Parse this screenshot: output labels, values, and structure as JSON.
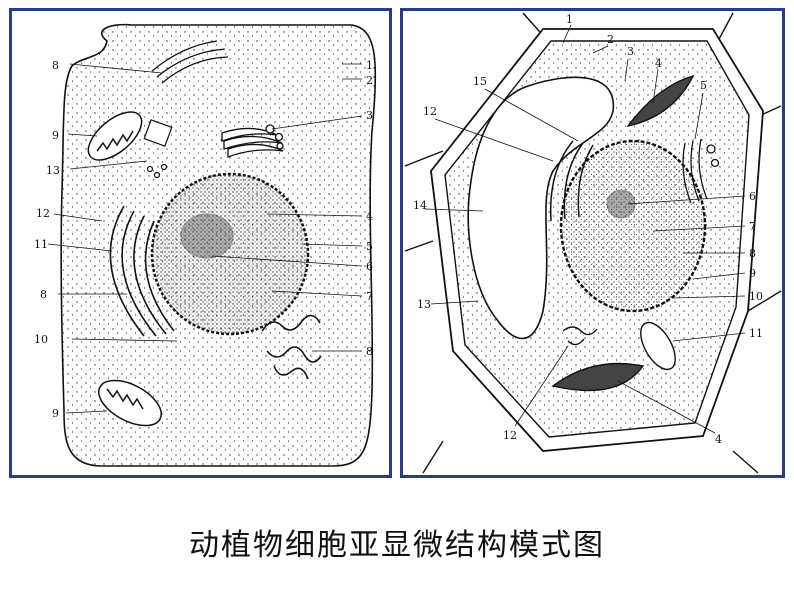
{
  "caption": "动植物细胞亚显微结构模式图",
  "animal_cell": {
    "labels": [
      "8",
      "1",
      "2",
      "3",
      "9",
      "13",
      "12",
      "4",
      "11",
      "5",
      "6",
      "8",
      "7",
      "10",
      "8",
      "9"
    ]
  },
  "plant_cell": {
    "labels": [
      "1",
      "2",
      "3",
      "15",
      "4",
      "5",
      "12",
      "14",
      "6",
      "7",
      "8",
      "9",
      "13",
      "10",
      "11",
      "12",
      "4"
    ]
  },
  "colors": {
    "frame": "#2a3a8c",
    "ink": "#111111"
  }
}
